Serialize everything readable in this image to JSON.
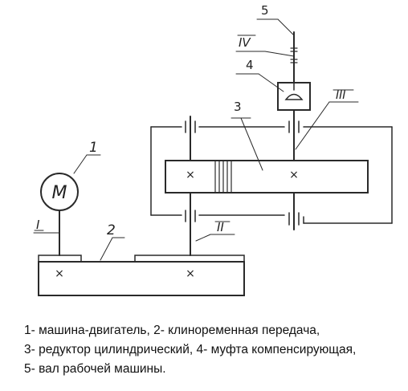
{
  "labels": {
    "motor_letter": "M",
    "n1": "1",
    "n2": "2",
    "n3": "3",
    "n4": "4",
    "n5": "5",
    "shaft_I": "I",
    "shaft_II": "II",
    "shaft_III": "III",
    "shaft_IV": "IV",
    "axis_mark": "×"
  },
  "legend": {
    "line1": "1- машина-двигатель, 2- клиноременная передача,",
    "line2": "3- редуктор цилиндрический, 4- муфта компенсирующая,",
    "line3": "5- вал рабочей машины."
  }
}
